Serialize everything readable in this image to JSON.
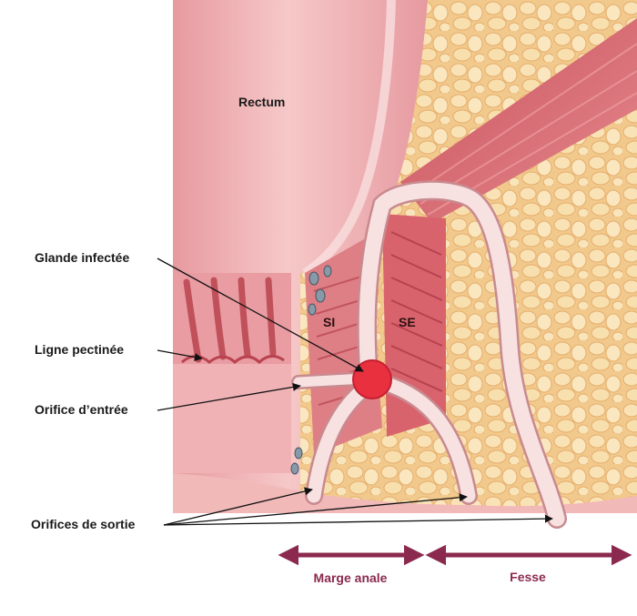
{
  "diagram": {
    "labels": {
      "rectum": "Rectum",
      "si": "SI",
      "se": "SE",
      "glande_infectee": "Glande infectée",
      "ligne_pectinee": "Ligne pectinée",
      "orifice_entree": "Orifice d’entrée",
      "orifices_sortie": "Orifices de sortie",
      "marge_anale": "Marge anale",
      "fesse": "Fesse"
    },
    "colors": {
      "mucosa": "#efb3b3",
      "mucosa_dark": "#d97d84",
      "muscle": "#d9757d",
      "fat": "#f3cf93",
      "fistula": "#f5dada",
      "abscess": "#e8303f",
      "bracket": "#8b2a4e",
      "leader": "#111111"
    }
  }
}
